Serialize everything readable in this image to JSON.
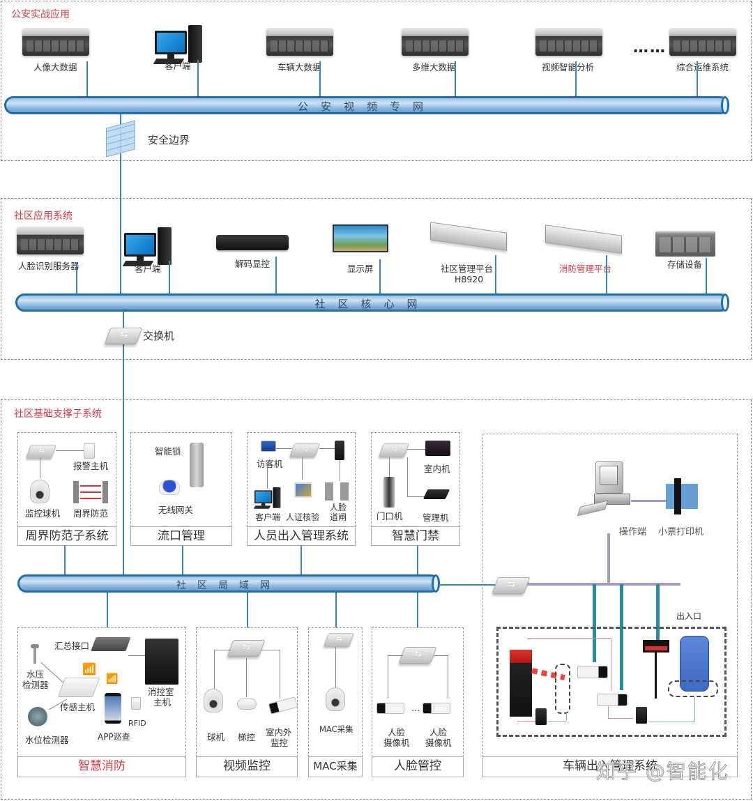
{
  "zones": {
    "public_security": {
      "title": "公安实战应用",
      "devices": [
        {
          "label": "人像大数据",
          "icon": "server-icon"
        },
        {
          "label": "客户端",
          "icon": "pc-icon"
        },
        {
          "label": "车辆大数据",
          "icon": "server-icon"
        },
        {
          "label": "多维大数据",
          "icon": "server-icon"
        },
        {
          "label": "视频智能分析",
          "icon": "server-icon"
        },
        {
          "label": "综合运维系统",
          "icon": "server-icon"
        }
      ],
      "ellipsis": "……",
      "network": "公安视频专网",
      "boundary": "安全边界"
    },
    "community_app": {
      "title": "社区应用系统",
      "devices": [
        {
          "label": "人脸识别服务器",
          "icon": "server-icon"
        },
        {
          "label": "客户端",
          "icon": "pc-icon"
        },
        {
          "label": "解码显控",
          "icon": "decoder-icon"
        },
        {
          "label": "显示屏",
          "icon": "display-screen-icon"
        },
        {
          "label": "社区管理平台",
          "label2": "H8920",
          "icon": "platform-server-icon"
        },
        {
          "label": "消防管理平台",
          "icon": "platform-server-icon",
          "highlight": "#d9393f"
        },
        {
          "label": "存储设备",
          "icon": "storage-icon"
        }
      ],
      "network": "社区核心网",
      "switch": "交换机"
    },
    "community_base": {
      "title": "社区基础支撑子系统",
      "network": "社区局域网",
      "upper_subsystems": [
        {
          "name": "周界防范子系统",
          "items": [
            "报警主机",
            "监控球机",
            "周界防范"
          ]
        },
        {
          "name": "流口管理",
          "items": [
            "智能锁",
            "无线网关"
          ]
        },
        {
          "name": "人员出入管理系统",
          "items": [
            "访客机",
            "客户端",
            "人证核验",
            "人脸",
            "道闸"
          ]
        },
        {
          "name": "智慧门禁",
          "items": [
            "室内机",
            "门口机",
            "管理机"
          ]
        }
      ],
      "lower_subsystems": [
        {
          "name": "智慧消防",
          "items": [
            "汇总接口",
            "水压",
            "检测器",
            "消控室",
            "主机",
            "传感主机",
            "RFID",
            "APP巡查",
            "水位检测器"
          ]
        },
        {
          "name": "视频监控",
          "items": [
            "球机",
            "梯控",
            "室内外",
            "监控"
          ]
        },
        {
          "name": "MAC采集",
          "items": [
            "MAC采集"
          ]
        },
        {
          "name": "人脸管控",
          "items": [
            "人脸",
            "摄像机",
            "人脸",
            "摄像机"
          ]
        }
      ],
      "vehicle": {
        "name": "车辆出入管理系统",
        "operator": "操作端",
        "printer": "小票打印机",
        "entrance": "出入口"
      }
    }
  },
  "watermark": "知乎 @智能化",
  "colors": {
    "zone_title": "#d9393f",
    "pipe": "#1f6ea9",
    "link": "#3b86b3",
    "vehicle_link": "#a699c0",
    "vehicle_branch": "#2b8b9c"
  }
}
